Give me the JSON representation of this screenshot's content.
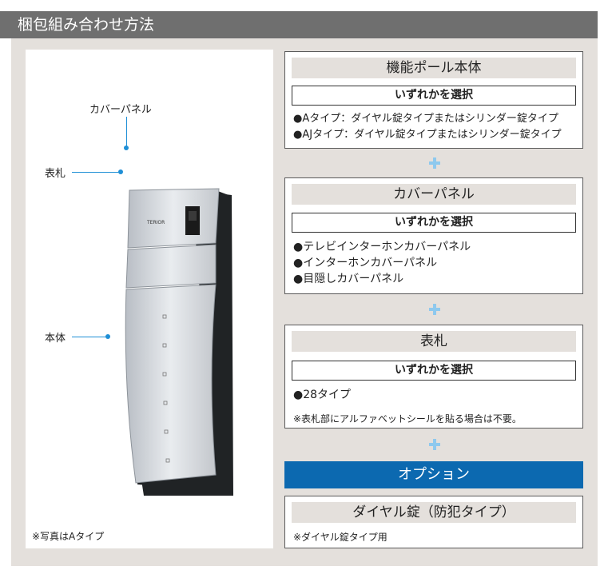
{
  "header": {
    "title": "梱包組み合わせ方法"
  },
  "photo": {
    "callouts": {
      "cover_panel": "カバーパネル",
      "nameplate": "表札",
      "body": "本体"
    },
    "note": "※写真はAタイプ",
    "nameplate_text": "TERIOR"
  },
  "sections": {
    "pole": {
      "title": "機能ポール本体",
      "select_label": "いずれかを選択",
      "items": [
        "●Aタイプ：ダイヤル錠タイプまたはシリンダー錠タイプ",
        "●AJタイプ：ダイヤル錠タイプまたはシリンダー錠タイプ"
      ]
    },
    "cover": {
      "title": "カバーパネル",
      "select_label": "いずれかを選択",
      "items": [
        "●テレビインターホンカバーパネル",
        "●インターホンカバーパネル",
        "●目隠しカバーパネル"
      ]
    },
    "nameplate": {
      "title": "表札",
      "select_label": "いずれかを選択",
      "items": [
        "●28タイプ"
      ],
      "note": "※表札部にアルファベットシールを貼る場合は不要。"
    },
    "option": {
      "header": "オプション",
      "title": "ダイヤル錠（防犯タイプ）",
      "note": "※ダイヤル錠タイプ用"
    }
  },
  "icons": {
    "plus": "plus-icon"
  },
  "colors": {
    "header_bg": "#6f6f6f",
    "frame_bg": "#e4e0dc",
    "option_blue": "#0c69b0",
    "plus_blue": "#8ec9ee",
    "callout_blue": "#1f8fd6"
  }
}
